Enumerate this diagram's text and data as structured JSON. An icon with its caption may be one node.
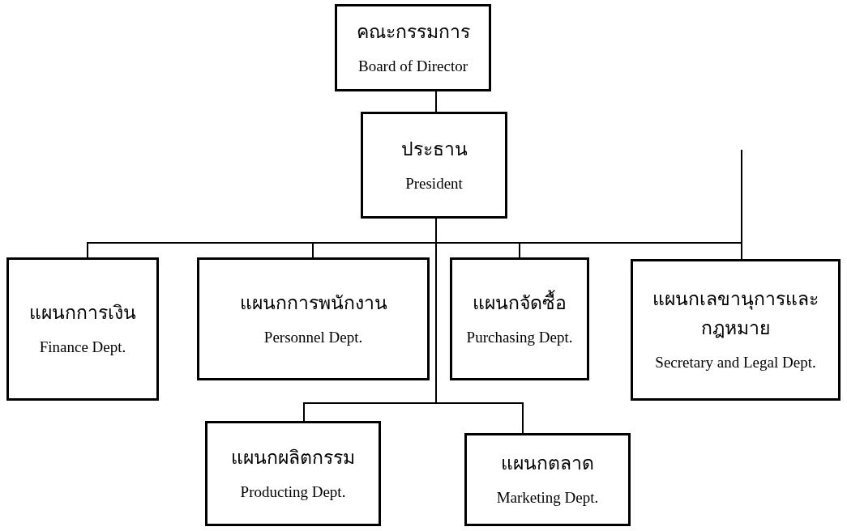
{
  "diagram": {
    "nodes": [
      {
        "text": [
          "คณะกรรมการ",
          "Board of Director"
        ]
      },
      {
        "text": [
          "ประธาน",
          "President"
        ]
      },
      {
        "text": [
          "แผนกการเงิน",
          "Finance Dept."
        ]
      },
      {
        "text": [
          "แผนกการพนักงาน",
          "Personnel Dept."
        ]
      },
      {
        "text": [
          "แผนกจัดซื้อ",
          "Purchasing Dept."
        ]
      },
      {
        "text": [
          "แผนกเลขานุการและกฎหมาย",
          "Secretary and Legal Dept."
        ]
      },
      {
        "text": [
          "แผนกผลิตกรรม",
          "Producting Dept."
        ]
      },
      {
        "text": [
          "แผนกตลาด",
          "Marketing Dept."
        ]
      }
    ],
    "edges": [
      {
        "from": 0,
        "to": 1,
        "arrow": "none"
      },
      {
        "from": 1,
        "to": 2,
        "arrow": "none"
      },
      {
        "from": 1,
        "to": 3,
        "arrow": "none"
      },
      {
        "from": 1,
        "to": 4,
        "arrow": "none"
      },
      {
        "from": 1,
        "to": 5,
        "arrow": "none"
      },
      {
        "from": 1,
        "to": 6,
        "arrow": "none"
      },
      {
        "from": 1,
        "to": 7,
        "arrow": "none"
      }
    ]
  }
}
